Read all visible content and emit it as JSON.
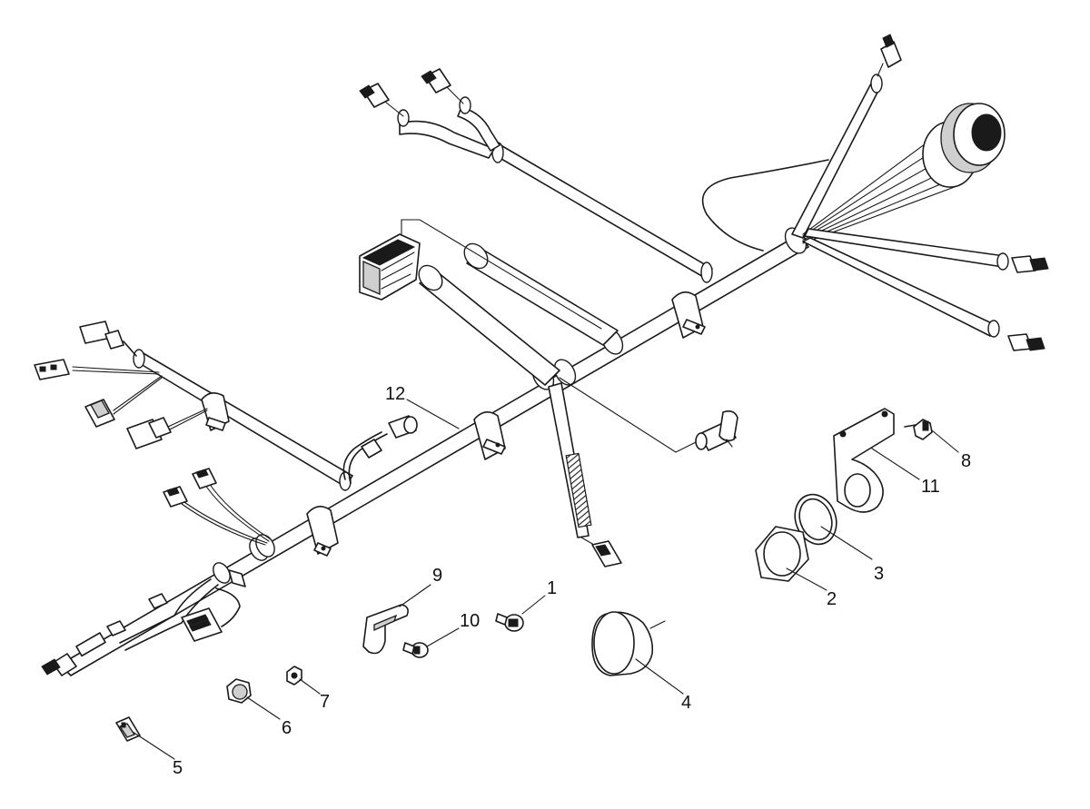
{
  "diagram": {
    "callouts": [
      {
        "label": "1"
      },
      {
        "label": "2"
      },
      {
        "label": "3"
      },
      {
        "label": "4"
      },
      {
        "label": "5"
      },
      {
        "label": "6"
      },
      {
        "label": "7"
      },
      {
        "label": "8"
      },
      {
        "label": "9"
      },
      {
        "label": "10"
      },
      {
        "label": "11"
      },
      {
        "label": "12"
      }
    ],
    "colors": {
      "ink": "#1a1a1a",
      "background": "#ffffff"
    }
  }
}
